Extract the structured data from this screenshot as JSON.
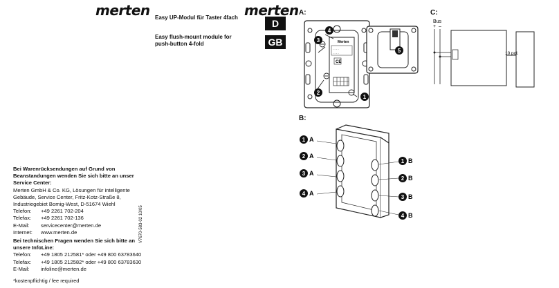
{
  "brand": {
    "logo_text": "merten"
  },
  "titles": {
    "de": "Easy UP-Modul für Taster 4fach",
    "en_line1": "Easy flush-mount module for",
    "en_line2": "push-button 4-fold"
  },
  "languages": {
    "de": "D",
    "gb": "GB"
  },
  "sections": {
    "a": "A:",
    "b": "B:",
    "c": "C:"
  },
  "diagram_c": {
    "bus_label": "Bus",
    "plus": "+",
    "minus": "–",
    "connector_label": "10 pol."
  },
  "diagram_a": {
    "callouts": [
      "4",
      "3",
      "2",
      "1",
      "5"
    ],
    "module_brand": "Merten"
  },
  "diagram_b": {
    "left": [
      {
        "num": "1",
        "side": "A"
      },
      {
        "num": "2",
        "side": "A"
      },
      {
        "num": "3",
        "side": "A"
      },
      {
        "num": "4",
        "side": "A"
      }
    ],
    "right": [
      {
        "num": "1",
        "side": "B"
      },
      {
        "num": "2",
        "side": "B"
      },
      {
        "num": "3",
        "side": "B"
      },
      {
        "num": "4",
        "side": "B"
      }
    ]
  },
  "returns": {
    "heading_line1": "Bei Warenrücksendungen auf Grund von",
    "heading_line2": "Beanstandungen wenden Sie sich bitte an unser",
    "heading_line3": "Service Center:",
    "address_line1": "Merten GmbH & Co. KG, Lösungen für intelligente",
    "address_line2": "Gebäude, Service Center, Fritz-Kotz-Straße 8,",
    "address_line3": "Industriegebiet Bomig-West, D-51674 Wiehl",
    "contacts": [
      {
        "label": "Telefon:",
        "value": "+49 2261 702-204"
      },
      {
        "label": "Telefax:",
        "value": "+49 2261 702-136"
      },
      {
        "label": "E-Mail:",
        "value": "servicecenter@merten.de"
      },
      {
        "label": "Internet:",
        "value": "www.merten.de"
      }
    ]
  },
  "infoline": {
    "heading_line1": "Bei technischen Fragen wenden Sie sich bitte an",
    "heading_line2": "unsere InfoLine:",
    "contacts": [
      {
        "label": "Telefon:",
        "value": "+49 1805 212581* oder +49 800 63783640"
      },
      {
        "label": "Telefax:",
        "value": "+49 1805 212582* oder +49 800 63783630"
      },
      {
        "label": "E-Mail:",
        "value": "infoline@merten.de"
      }
    ]
  },
  "doc_code": "V7670-583-02 10/05",
  "footnote": "*kostenpflichtig / fee required"
}
